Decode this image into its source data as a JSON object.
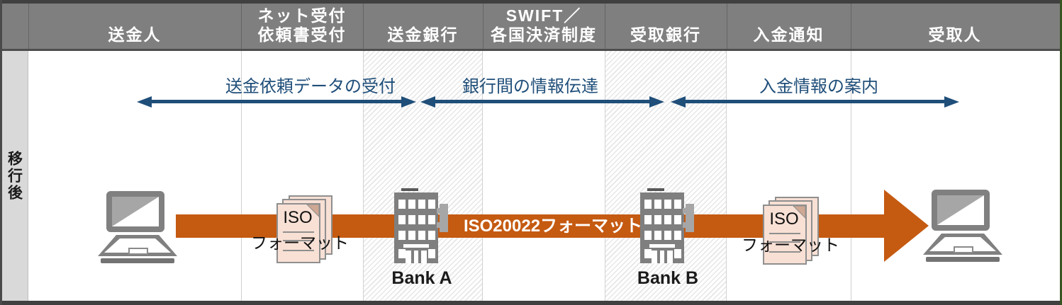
{
  "header": {
    "columns": [
      {
        "line1": "送金人",
        "line2": ""
      },
      {
        "line1": "ネット受付",
        "line2": "依頼書受付"
      },
      {
        "line1": "送金銀行",
        "line2": ""
      },
      {
        "line1": "SWIFT／",
        "line2": "各国決済制度"
      },
      {
        "line1": "受取銀行",
        "line2": ""
      },
      {
        "line1": "入金通知",
        "line2": ""
      },
      {
        "line1": "受取人",
        "line2": ""
      }
    ]
  },
  "row_label": "移行後",
  "span_arrows": [
    {
      "label": "送金依頼データの受付"
    },
    {
      "label": "銀行間の情報伝達"
    },
    {
      "label": "入金情報の案内"
    }
  ],
  "main_arrow": {
    "label": "ISO20022フォーマット"
  },
  "documents": [
    {
      "title": "ISO",
      "caption": "フォーマット"
    },
    {
      "title": "ISO",
      "caption": "フォーマット"
    }
  ],
  "banks": [
    {
      "label": "Bank A"
    },
    {
      "label": "Bank B"
    }
  ],
  "colors": {
    "accent_orange": "#c55a11",
    "navy_arrow": "#1f4e79",
    "header_gray": "#7f7f7f",
    "side_column_gray": "#d9d9d9",
    "building_gray": "#7f7f7f",
    "document_fill": "#f8e0d5",
    "border_dark": "#404040",
    "border_green": "#375623"
  }
}
